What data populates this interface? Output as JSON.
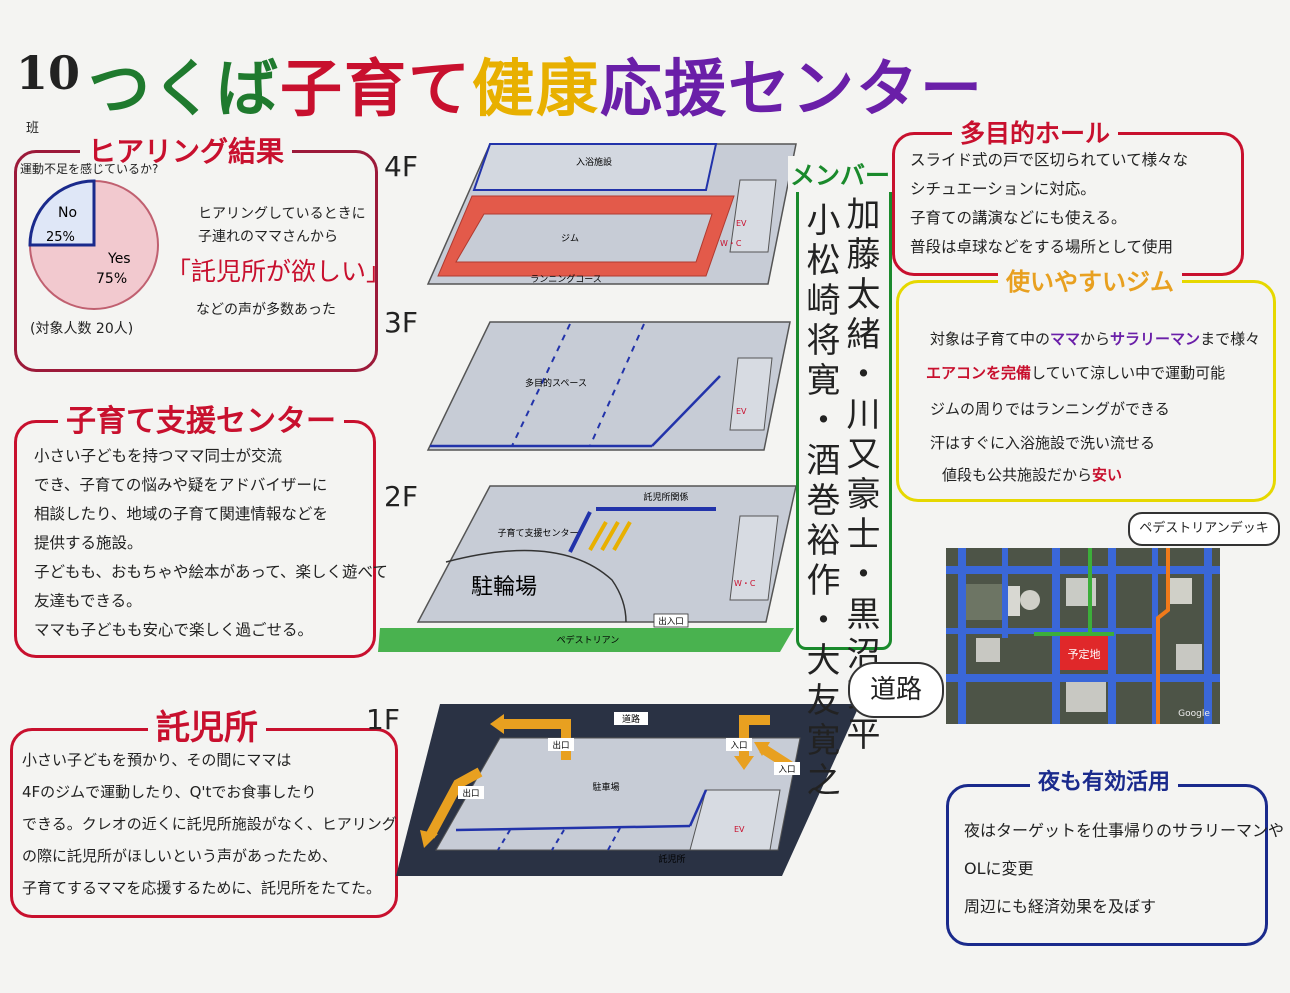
{
  "title": {
    "number": "10",
    "main": "つくば子育て健康応援センター",
    "parts": [
      "つくば",
      "子育て",
      "健康",
      "応援センター"
    ]
  },
  "group": "班",
  "hearing": {
    "heading": "ヒアリング結果",
    "question": "運動不足を感じているか?",
    "no_label": "No",
    "no_pct": "25%",
    "yes_label": "Yes",
    "yes_pct": "75%",
    "note1": "ヒアリングしているときに",
    "note2": "子連れのママさんから",
    "quote": "「託児所が欲しい」",
    "note3": "などの声が多数あった",
    "sample": "(対象人数 20人)",
    "chart_data": {
      "type": "pie",
      "categories": [
        "No",
        "Yes"
      ],
      "values": [
        25,
        75
      ]
    }
  },
  "support_center": {
    "heading": "子育て支援センター",
    "text": "小さい子どもを持つママ同士が交流\nでき、子育ての悩みや疑をアドバイザーに\n相談したり、地域の子育て関連情報などを\n提供する施設。\n子どもも、おもちゃや絵本があって、楽しく遊べて\n友達もできる。\nママも子どもも安心で楽しく過ごせる。"
  },
  "nursery": {
    "heading": "託児所",
    "text": "小さい子どもを預かり、その間にママは\n4Fのジムで運動したり、Q'tでお食事したり\nできる。クレオの近くに託児所施設がなく、ヒアリング\nの際に託児所がほしいという声があったため、\n子育てするママを応援するために、託児所をたてた。"
  },
  "floors": {
    "f4": {
      "label": "4F",
      "bath": "入浴施設",
      "gym": "ジム",
      "course": "ランニングコース"
    },
    "f3": {
      "label": "3F",
      "multi": "多目的スペース"
    },
    "f2": {
      "label": "2F",
      "nursery_rel": "託児所関係",
      "support": "子育て支援センター",
      "bike": "駐輪場",
      "entrance": "出入口",
      "pedestrian": "ペデストリアン"
    },
    "f1": {
      "label": "1F",
      "road": "道路",
      "exit1": "出口",
      "entry1": "入口",
      "entry2": "入口",
      "exit2": "出口",
      "parking": "駐車場",
      "nursery": "託児所"
    },
    "ev": "EV",
    "wc": "W・C"
  },
  "members": {
    "heading": "メンバー",
    "col1": "加藤太緒・川又豪士・黒沼亮平",
    "col2": "小松崎将寛・酒巻裕作・大友寛之"
  },
  "hall": {
    "heading": "多目的ホール",
    "text": "スライド式の戸で区切られていて様々な\nシチュエーションに対応。\n子育ての講演などにも使える。\n普段は卓球などをする場所として使用"
  },
  "gym": {
    "heading": "使いやすいジム",
    "line1a": "対象は子育て中の",
    "line1b": "ママ",
    "line1c": "から",
    "line1d": "サラリーマン",
    "line1e": "まで様々",
    "line2a": "エアコンを完備",
    "line2b": "していて涼しい中で運動可能",
    "line3": "ジムの周りではランニングができる",
    "line4": "汗はすぐに入浴施設で洗い流せる",
    "line5a": "値段も公共施設だから",
    "line5b": "安い"
  },
  "map": {
    "callout": "ペデストリアンデッキ",
    "site": "予定地",
    "road_label": "道路",
    "logo": "Google"
  },
  "night": {
    "heading": "夜も有効活用",
    "text": "夜はターゲットを仕事帰りのサラリーマンや\nOLに変更\n周辺にも経済効果を及ぼす"
  },
  "colors": {
    "green": "#1f7a2e",
    "yellow": "#e8b000",
    "red": "#c8102e",
    "purple": "#6a1fa8",
    "navy": "#1a2a8c",
    "gym_red": "#e35a4a",
    "orange": "#e8a020"
  }
}
